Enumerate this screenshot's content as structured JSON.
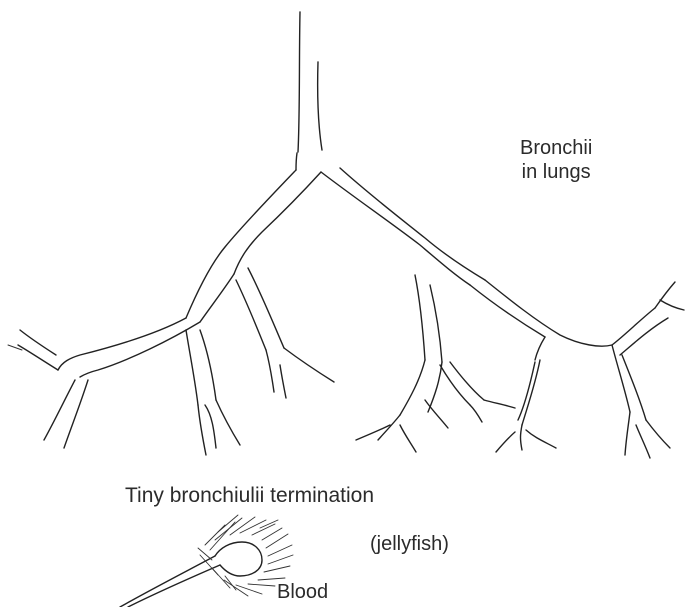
{
  "labels": {
    "bronchii_line1": "Bronchii",
    "bronchii_line2": "in lungs",
    "termination": "Tiny bronchiulii termination",
    "jellyfish": "(jellyfish)",
    "blood": "Blood"
  },
  "colors": {
    "ink": "#222222",
    "text": "#2b2b2b",
    "background": "#ffffff"
  }
}
